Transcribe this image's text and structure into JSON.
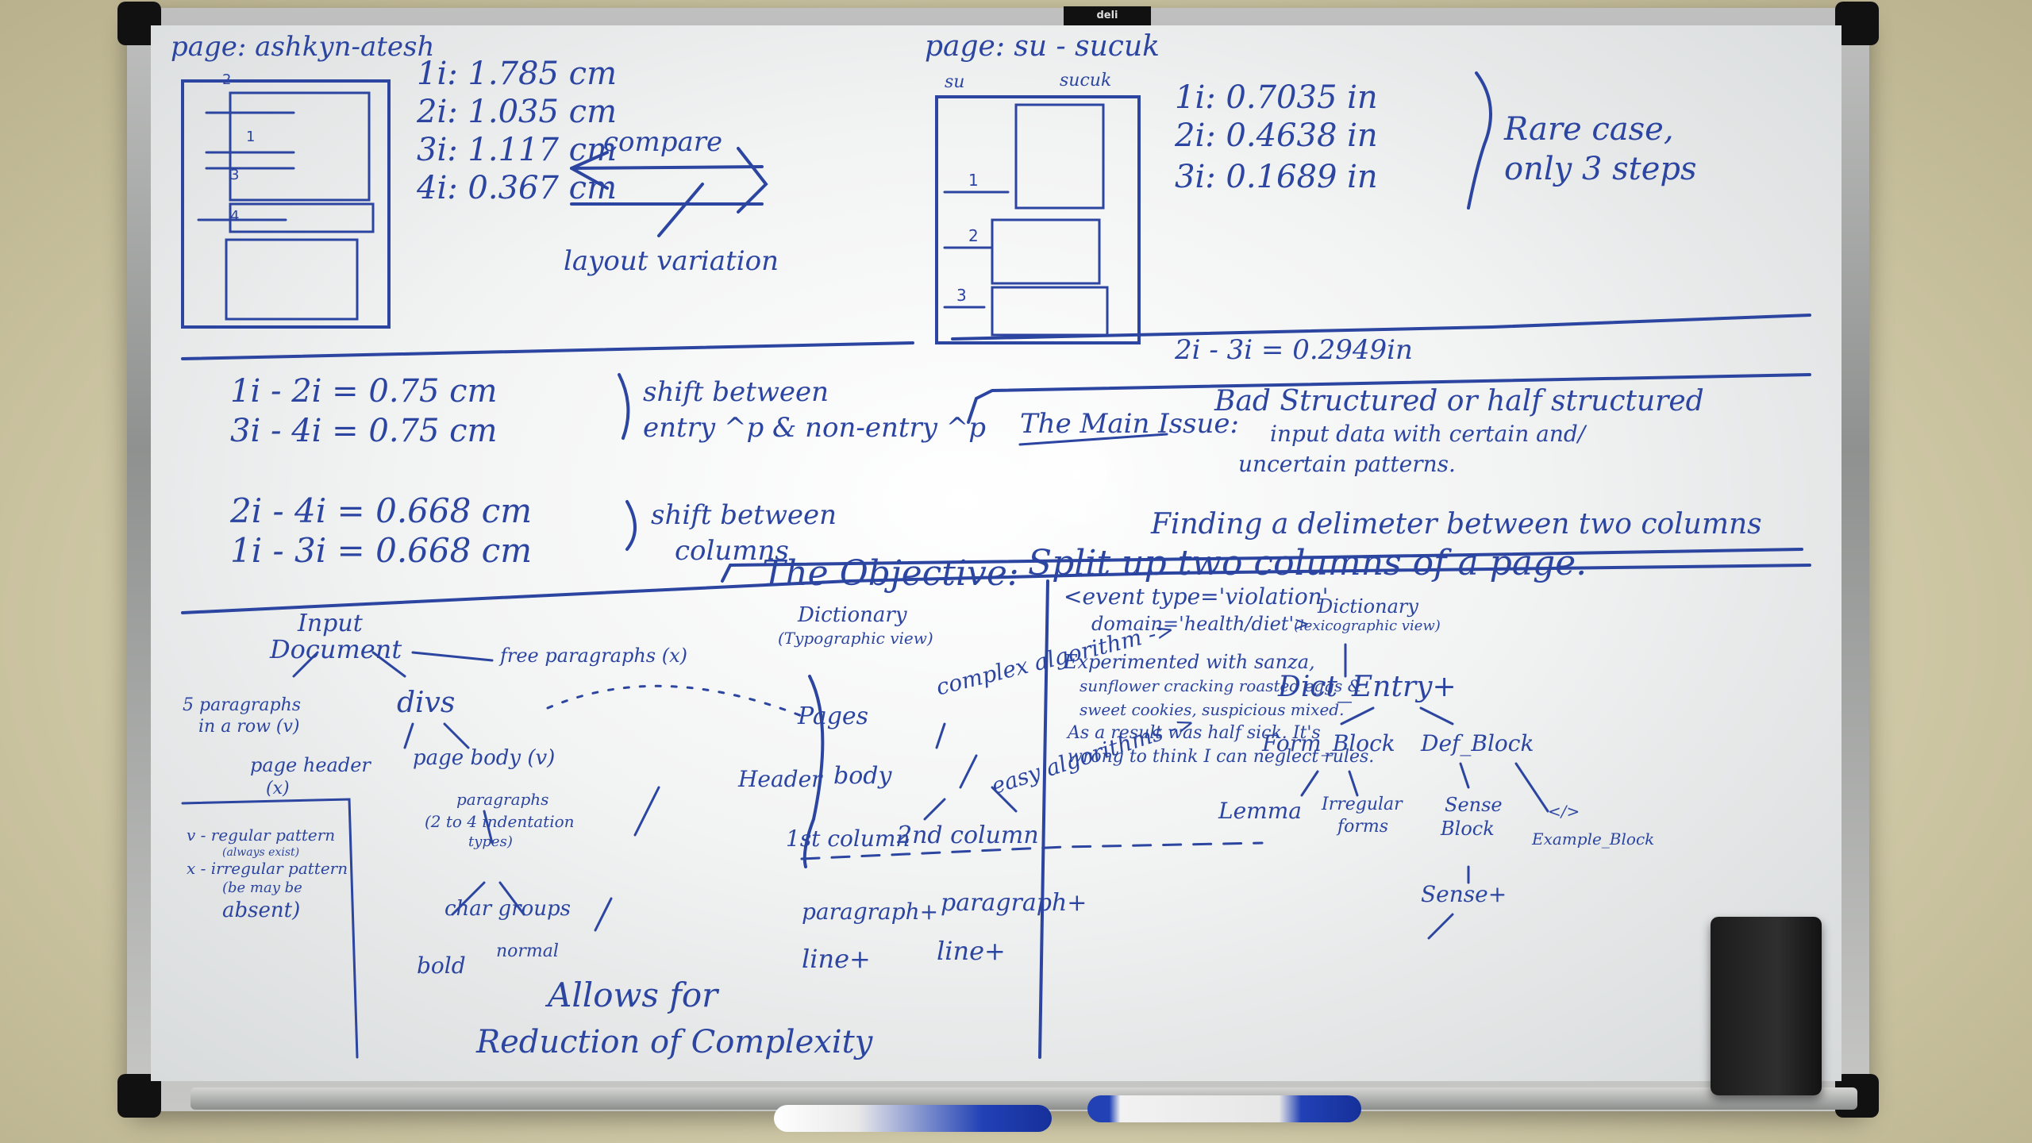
{
  "board": {
    "brand_label": "deli"
  },
  "top_left": {
    "page_title": "page: ashkyn-atesh",
    "measurements": [
      "1i: 1.785 cm",
      "2i: 1.035 cm",
      "3i: 1.117 cm",
      "4i: 0.367 cm"
    ],
    "sketch_labels": [
      "2",
      "1",
      "3",
      "4"
    ]
  },
  "top_middle": {
    "compare_label": "compare",
    "layout_variation": "layout variation"
  },
  "top_right": {
    "page_title": "page: su - sucuk",
    "column_labels": [
      "su",
      "sucuk"
    ],
    "sketch_labels": [
      "1",
      "2",
      "3"
    ],
    "measurements": [
      "1i: 0.7035 in",
      "2i: 0.4638 in",
      "3i: 0.1689 in"
    ],
    "rare_case": [
      "Rare case,",
      "only 3 steps"
    ],
    "difference": "2i - 3i = 0.2949in"
  },
  "middle_left": {
    "shift_entry": [
      "1i - 2i = 0.75 cm",
      "3i - 4i = 0.75 cm"
    ],
    "shift_entry_label": [
      "shift between",
      "entry ^p & non-entry ^p"
    ],
    "shift_columns": [
      "2i - 4i = 0.668 cm",
      "1i - 3i = 0.668 cm"
    ],
    "shift_columns_label": [
      "shift between",
      "columns"
    ]
  },
  "middle_right": {
    "main_issue_label": "The Main Issue:",
    "main_issue_text": [
      "Bad Structured or half structured",
      "input data with certain and/",
      "uncertain patterns."
    ],
    "delimiter_text": "Finding a delimeter between two columns",
    "objective_label": "The Objective:",
    "objective_text": "Split up two columns of a page."
  },
  "bottom_left": {
    "input_document": [
      "Input",
      "Document"
    ],
    "free_paragraphs": "free paragraphs (x)",
    "paragraphs_in_row": [
      "5 paragraphs",
      "in a row (v)"
    ],
    "divs": "divs",
    "page_header": [
      "page header",
      "(x)"
    ],
    "page_body": "page body (v)",
    "paragraphs_indent": [
      "paragraphs",
      "(2 to 4 indentation",
      "types)"
    ],
    "char_groups": "char groups",
    "bold": "bold",
    "normal": "normal",
    "legend": [
      "v - regular pattern",
      "(always exist)",
      "x - irregular pattern",
      "(be may be",
      "absent)"
    ],
    "allows_for": "Allows for",
    "reduction": "Reduction of Complexity"
  },
  "bottom_middle": {
    "dictionary_typo": [
      "Dictionary",
      "(Typographic view)"
    ],
    "pages": "Pages",
    "header": "Header",
    "body": "body",
    "first_column": "1st column",
    "second_column": "2nd column",
    "paragraph_left": "paragraph+",
    "line_left": "line+",
    "paragraph_right": "paragraph+",
    "line_right": "line+",
    "complex_algorithm": "complex algorithm ->",
    "easy_algorithms": "easy algorithms ->"
  },
  "bottom_right": {
    "dictionary_lex": [
      "Dictionary",
      "(lexicographic view)"
    ],
    "dict_entry": "Dict_Entry+",
    "form_block": "Form_Block",
    "def_block": "Def_Block",
    "lemma": "Lemma",
    "irregular_forms": [
      "Irregular",
      "forms"
    ],
    "sense_block": [
      "Sense",
      "Block"
    ],
    "sense": "Sense+",
    "example_block": [
      "</>",
      "Example_Block"
    ]
  },
  "note": {
    "lines": [
      "<event type='violation'",
      "domain='health/diet'>",
      "Experimented with sanza,",
      "sunflower cracking roasted eggs &",
      "sweet cookies, suspicious mixed.",
      "As a result was half sick. It's",
      "wrong to think I can neglect rules."
    ]
  }
}
